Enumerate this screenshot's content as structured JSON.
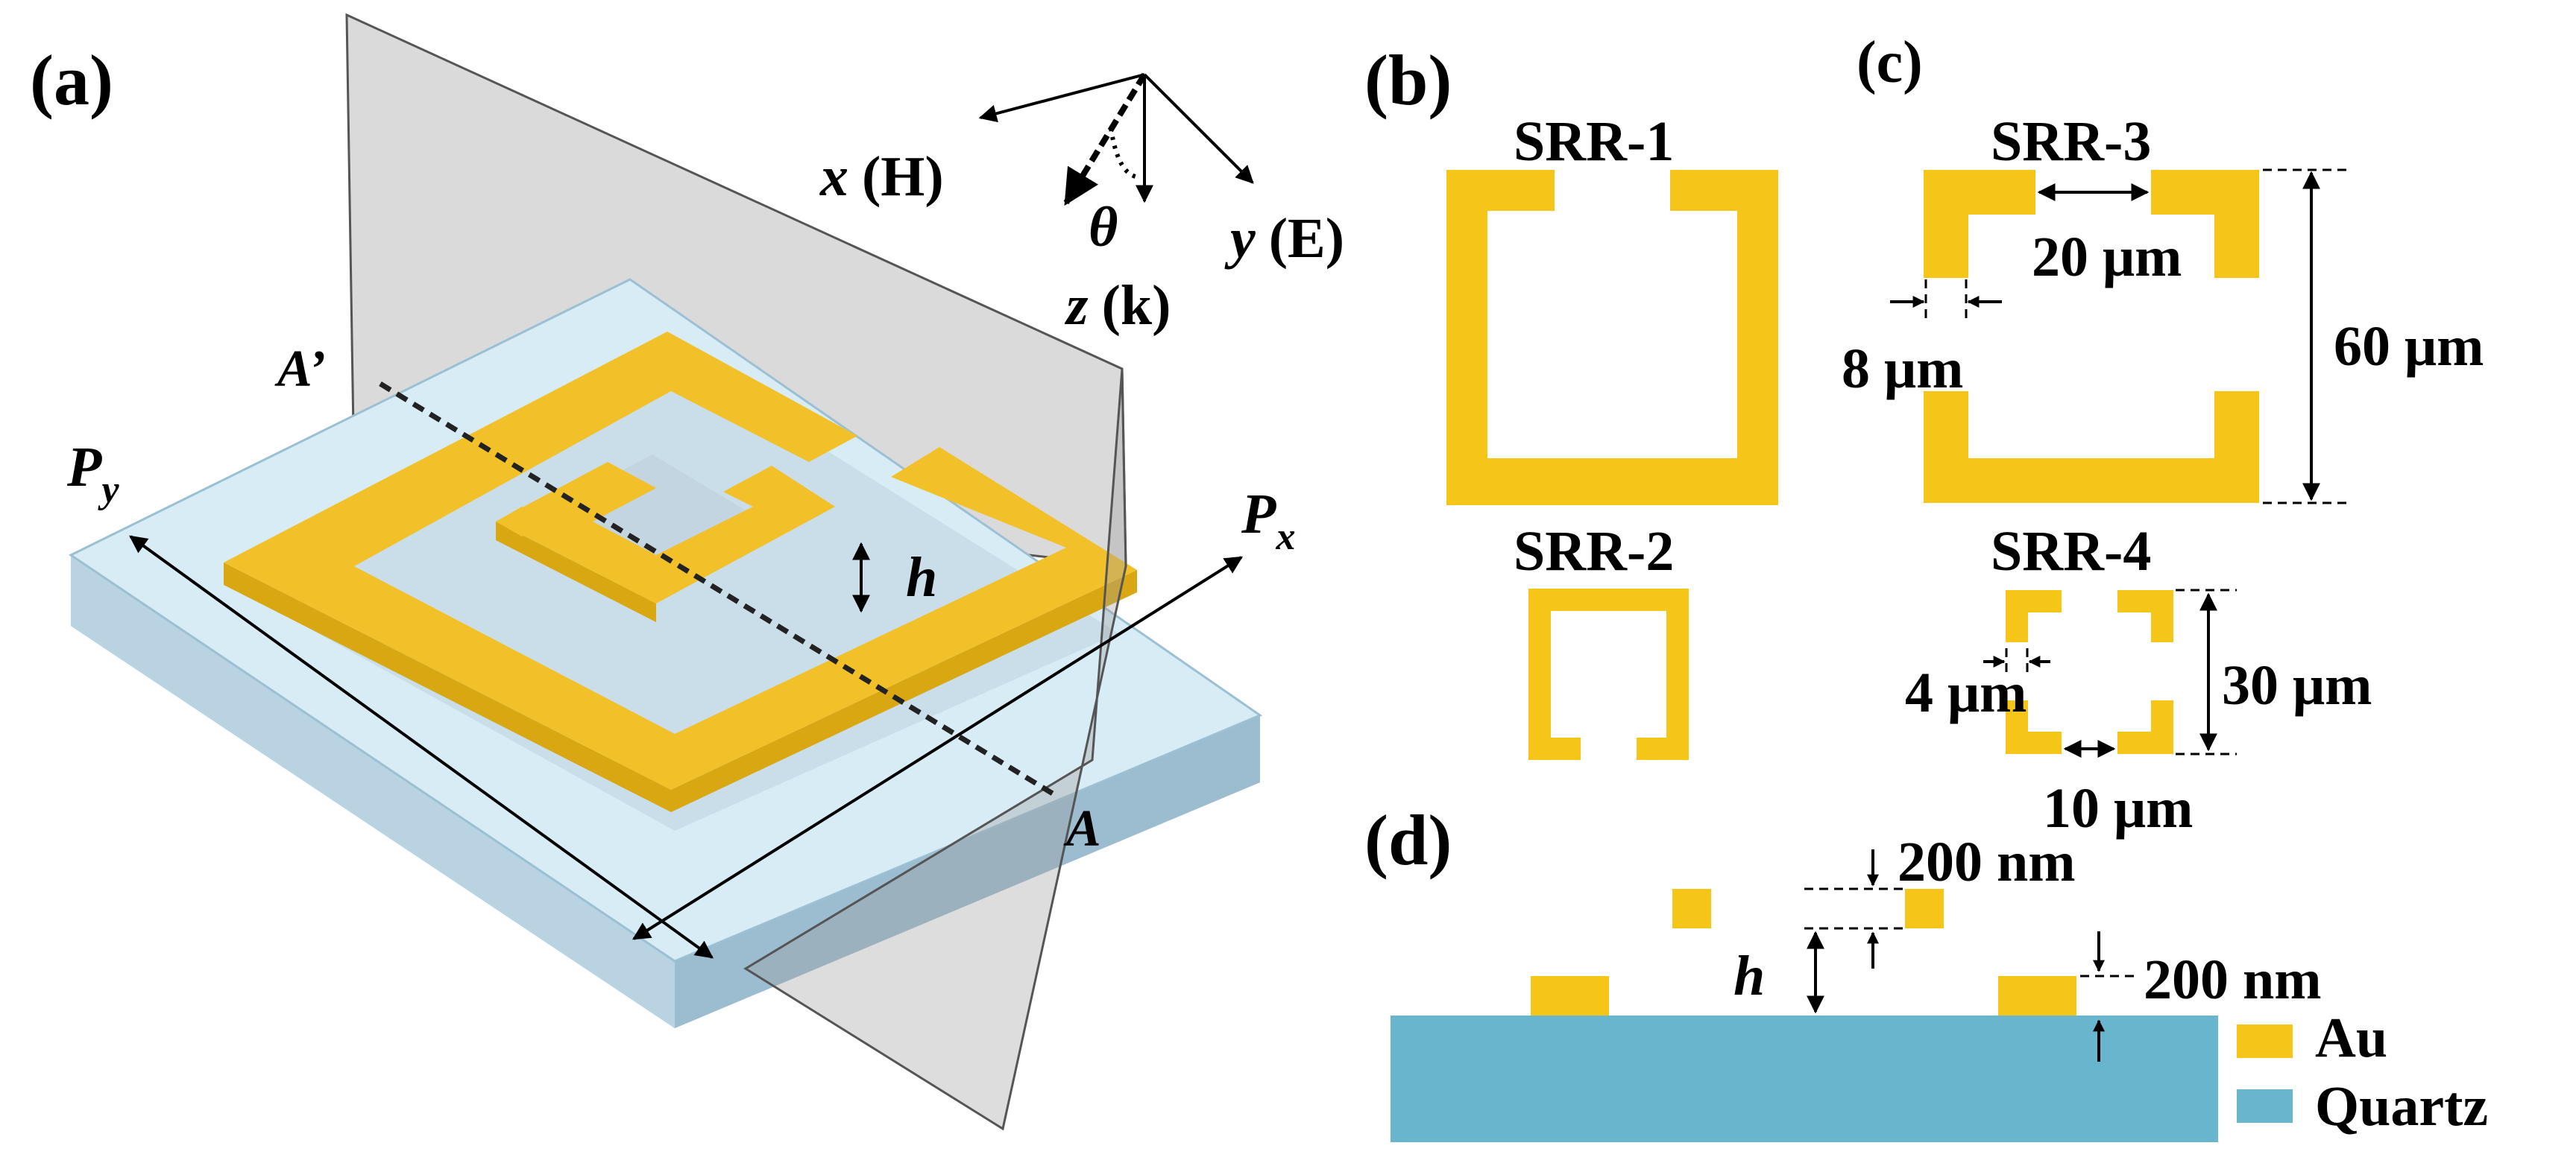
{
  "colors": {
    "gold": "#f5c518",
    "quartz": "#67b6cd",
    "substrate_top": "#d7ecf5",
    "plane": "#9e9e9e"
  },
  "panels": {
    "a": "(a)",
    "b": "(b)",
    "c": "(c)",
    "d": "(d)"
  },
  "axes": {
    "x": "x",
    "x_field": "(H)",
    "y": "y",
    "y_field": "(E)",
    "z": "z",
    "z_field": "(k)",
    "theta": "θ"
  },
  "panel_a": {
    "section_start": "A’",
    "section_end": "A",
    "period_y": "P",
    "period_y_sub": "y",
    "period_x": "P",
    "period_x_sub": "x",
    "height": "h"
  },
  "panel_b": {
    "srr1": "SRR-1",
    "srr2": "SRR-2"
  },
  "panel_c": {
    "srr3": "SRR-3",
    "srr4": "SRR-4",
    "gap_large": "20 μm",
    "width_large": "8 μm",
    "size_large": "60 μm",
    "width_small": "4 μm",
    "size_small": "30 μm",
    "gap_small": "10 μm"
  },
  "panel_d": {
    "thickness_top": "200 nm",
    "thickness_bottom": "200 nm",
    "height": "h",
    "legend": [
      {
        "label": "Au"
      },
      {
        "label": "Quartz"
      }
    ]
  }
}
